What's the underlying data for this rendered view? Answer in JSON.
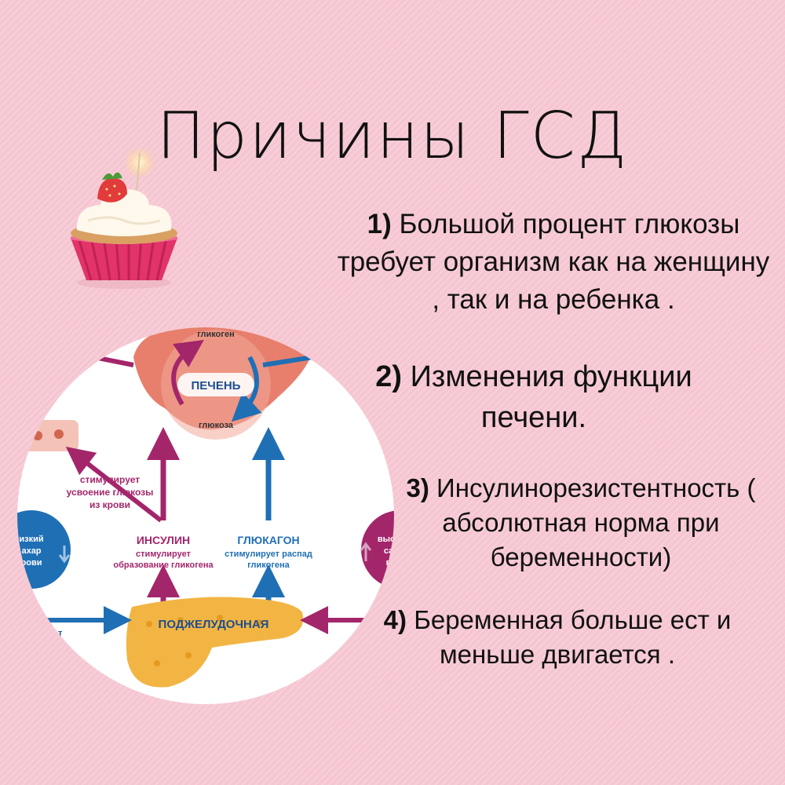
{
  "title": "Причины ГСД",
  "reasons": [
    {
      "num": "1)",
      "text": "Большой процент глюкозы требует организм как на женщину , так и на ребенка ."
    },
    {
      "num": "2)",
      "text": "Изменения функции печени."
    },
    {
      "num": "3)",
      "text": "Инсулинорезистентность ( абсолютная норма при беременности)"
    },
    {
      "num": "4)",
      "text": "Беременная больше ест и меньше двигается ."
    }
  ],
  "diagram": {
    "liver": "ПЕЧЕНЬ",
    "glycogen": "гликоген",
    "glucose": "глюкоза",
    "pancreas": "ПОДЖЕЛУДОЧНАЯ",
    "insulin": "ИНСУЛИН",
    "insulin_desc_1": "стимулирует",
    "insulin_desc_2": "образование гликогена",
    "glucagon": "ГЛЮКАГОН",
    "glucagon_desc_1": "стимулирует распад",
    "glucagon_desc_2": "гликогена",
    "uptake_1": "стимулирует",
    "uptake_2": "усвоение глюкозы",
    "uptake_3": "из крови",
    "low_1": "изкий",
    "low_2": "ахар",
    "low_3": "рови",
    "high_1": "выс",
    "high_2": "са",
    "high_3": "в",
    "cut_left": "ет"
  },
  "colors": {
    "background": "#f5c6d1",
    "insulin": "#a3266b",
    "glucagon": "#1f6fb5",
    "liver": "#e77f6c",
    "pancreas": "#f2b544"
  }
}
